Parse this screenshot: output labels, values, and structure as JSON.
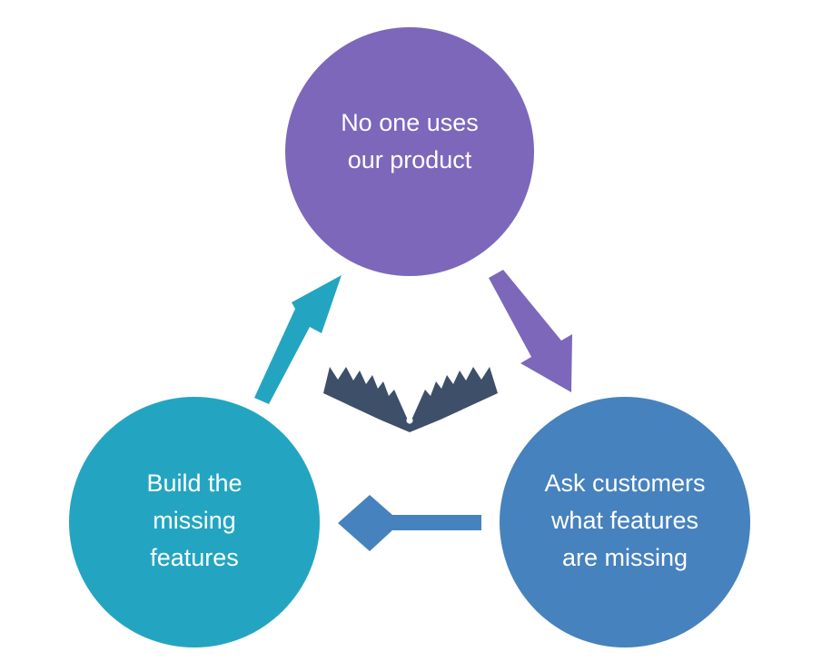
{
  "nodes": {
    "top": {
      "label": "No one uses\nour product",
      "color": "#7d67bb"
    },
    "right": {
      "label": "Ask customers\nwhat features\nare missing",
      "color": "#4682bd"
    },
    "left": {
      "label": "Build the\nmissing\nfeatures",
      "color": "#23a5c1"
    }
  },
  "arrows": {
    "top_to_right": {
      "color": "#7d67bb"
    },
    "right_to_left": {
      "color": "#4682bd"
    },
    "left_to_top": {
      "color": "#23a5c1"
    }
  },
  "trap": {
    "icon": "bear-trap-icon",
    "color": "#3d4f69"
  }
}
